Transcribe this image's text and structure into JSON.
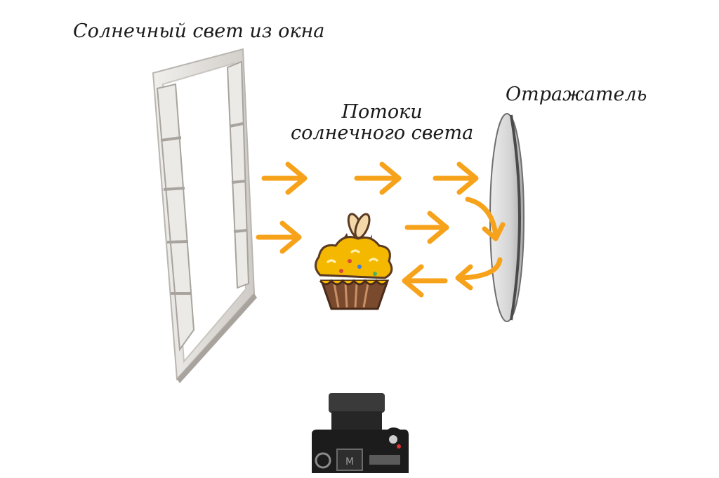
{
  "labels": {
    "window": "Солнечный свет из окна",
    "streams_line1": "Потоки",
    "streams_line2": "солнечного света",
    "reflector": "Отражатель"
  },
  "colors": {
    "arrow": "#F7A21B",
    "window_frame": "#E4E2DF",
    "window_shadow": "#B9B5B0",
    "reflector_fill": "#D8D8D8",
    "reflector_edge": "#6E6E6E",
    "cupcake_cream": "#F5B800",
    "cupcake_wrapper": "#7A4A2E",
    "camera_body": "#1C1C1C"
  },
  "icons": {
    "window": "open-window-icon",
    "reflector": "reflector-disc-icon",
    "subject": "cupcake-icon",
    "camera": "camera-top-view-icon"
  }
}
